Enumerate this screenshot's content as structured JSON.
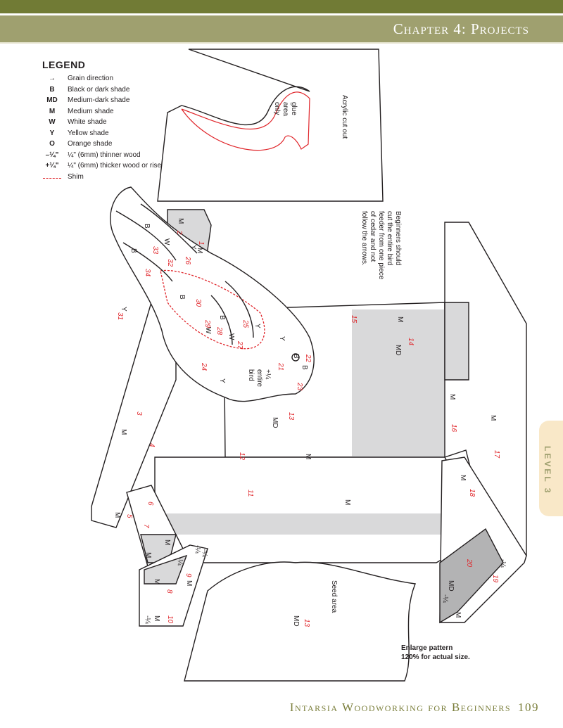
{
  "header": {
    "chapter_title": "Chapter 4: Projects"
  },
  "legend": {
    "title": "LEGEND",
    "items": [
      {
        "key": "→",
        "label": "Grain direction"
      },
      {
        "key": "B",
        "label": "Black or dark shade"
      },
      {
        "key": "MD",
        "label": "Medium-dark shade"
      },
      {
        "key": "M",
        "label": "Medium shade"
      },
      {
        "key": "W",
        "label": "White shade"
      },
      {
        "key": "Y",
        "label": "Yellow shade"
      },
      {
        "key": "O",
        "label": "Orange shade"
      },
      {
        "key": "–¼\"",
        "label": "¼\" (6mm) thinner wood"
      },
      {
        "key": "+¼\"",
        "label": "¼\" (6mm) thicker wood or riser"
      },
      {
        "key": "",
        "label": "Shim"
      }
    ]
  },
  "diagram": {
    "acrylic": "Acrylic cut out",
    "glue": [
      "glue",
      "area",
      "only"
    ],
    "beginners": [
      "Beginners should",
      "cut the entire bird",
      "feeder from one piece",
      "of cedar and not",
      "follow the arrows."
    ],
    "seed": "Seed area",
    "entire_bird": [
      "+¼",
      "entire",
      "bird"
    ],
    "numbers": [
      "1",
      "2",
      "3",
      "4",
      "5",
      "6",
      "7",
      "8",
      "9",
      "10",
      "11",
      "12",
      "13",
      "13",
      "14",
      "15",
      "16",
      "17",
      "18",
      "19",
      "20",
      "21",
      "22",
      "23",
      "24",
      "25",
      "26",
      "27",
      "28",
      "29",
      "30",
      "31",
      "32",
      "33",
      "34"
    ],
    "shades": [
      "M",
      "M",
      "M",
      "MD",
      "MD",
      "M",
      "M",
      "M",
      "M",
      "M",
      "M",
      "M",
      "M",
      "M",
      "M",
      "M",
      "M",
      "MD",
      "M",
      "MD",
      "-¼",
      "-¼",
      "-¼",
      "-¼",
      "-¼",
      "-¼",
      "B",
      "B",
      "W",
      "B",
      "Y",
      "Y",
      "Y",
      "B",
      "B",
      "W",
      "B",
      "W",
      "Y",
      "Y"
    ]
  },
  "note": [
    "Enlarge pattern",
    "120% for actual size."
  ],
  "side_tab": "LEVEL 3",
  "footer": {
    "book_title": "Intarsia Woodworking for Beginners",
    "page_number": "109"
  },
  "colors": {
    "header_dark": "#717b35",
    "header_light": "#9fa06f",
    "tab": "#f9e8c8",
    "pattern_red": "#e0262b"
  }
}
